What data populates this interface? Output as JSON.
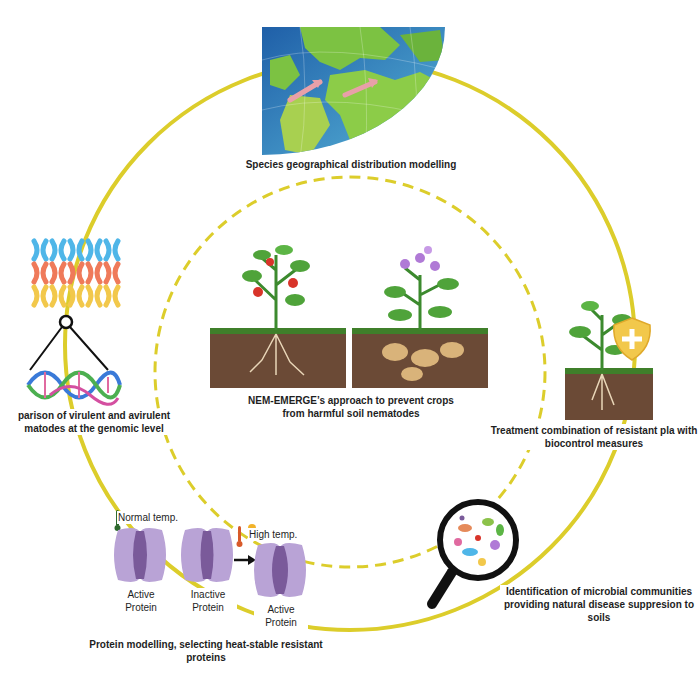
{
  "diagram": {
    "labels": [
      "Species geographical distribution modelling",
      "parison of virulent and avirulent matodes at the genomic level",
      "NEM-EMERGE’s approach to prevent crops from harmful soil nematodes",
      "Treatment combination of resistant pla with biocontrol measures",
      "Normal temp.",
      "High temp.",
      "Active Protein",
      "Inactive Protein",
      "Active Protein",
      "Protein modelling, selecting heat-stable resistant proteins",
      "Identification of microbial communities providing natural disease suppresion to soils"
    ]
  }
}
